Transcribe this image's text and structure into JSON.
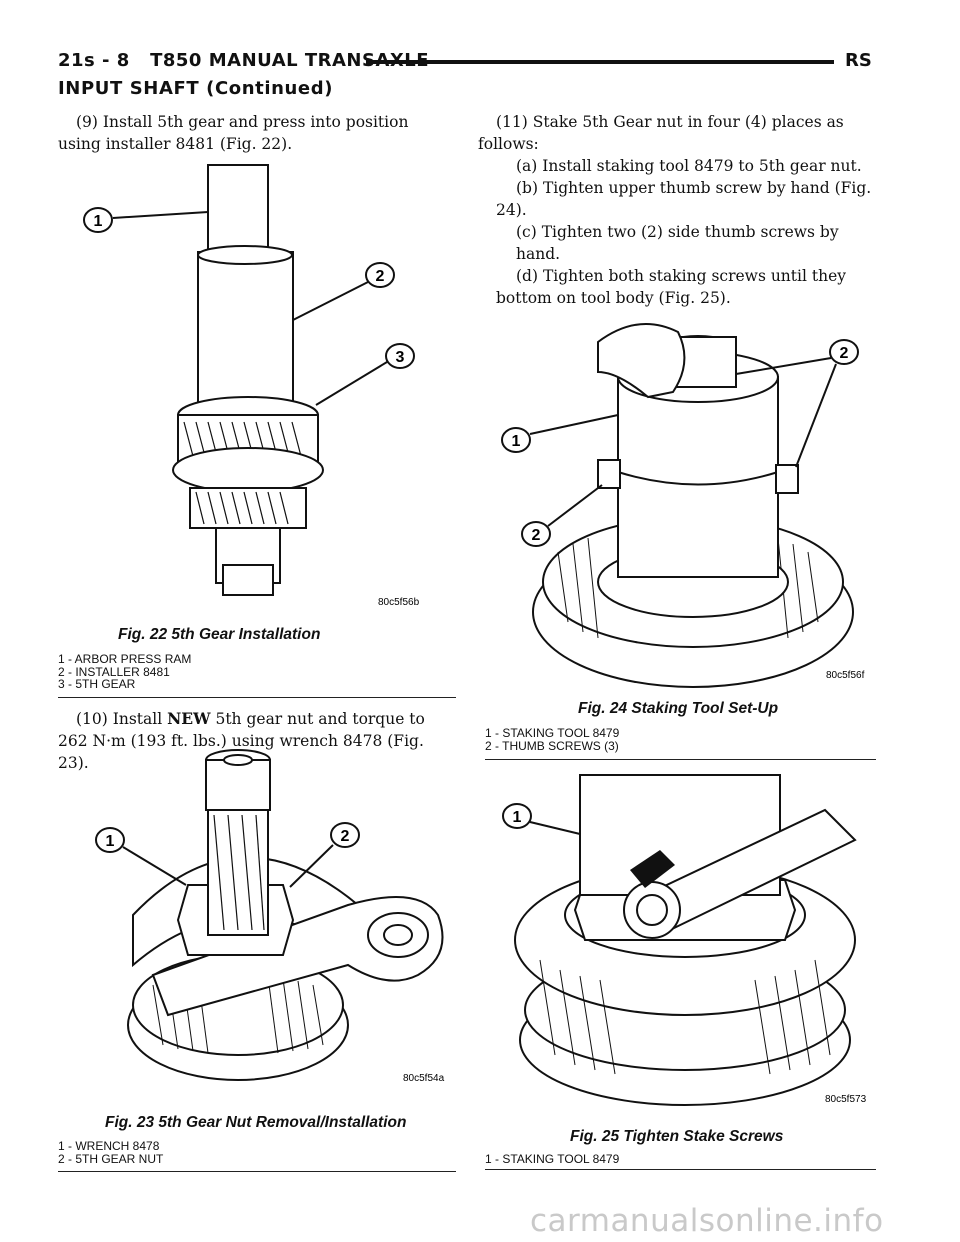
{
  "header": {
    "section_code": "21s - 8",
    "manual_title": "T850 MANUAL TRANSAXLE",
    "model": "RS"
  },
  "section_title": "INPUT SHAFT (Continued)",
  "steps": {
    "step9": "(9) Install 5th gear and press into position using installer 8481 (Fig. 22).",
    "step10_prefix": "(10) Install",
    "step10_bold": "NEW",
    "step10_suffix": "5th gear nut and torque to 262 N·m (193 ft. lbs.) using wrench 8478 (Fig. 23).",
    "step11": "(11) Stake 5th Gear nut in four (4) places as follows:",
    "step11a": "(a) Install staking tool 8479 to 5th gear nut.",
    "step11b": "(b) Tighten upper thumb screw by hand (Fig. 24).",
    "step11c": "(c) Tighten two (2) side thumb screws by hand.",
    "step11d": "(d) Tighten both staking screws until they bottom on tool body (Fig. 25)."
  },
  "figures": {
    "fig22": {
      "caption": "Fig. 22 5th Gear Installation",
      "code": "80c5f56b",
      "legend": [
        "1 - ARBOR PRESS RAM",
        "2 - INSTALLER 8481",
        "3 - 5TH GEAR"
      ],
      "callouts": [
        "1",
        "2",
        "3"
      ]
    },
    "fig23": {
      "caption": "Fig. 23 5th Gear Nut Removal/Installation",
      "code": "80c5f54a",
      "legend": [
        "1 - WRENCH 8478",
        "2 - 5TH GEAR NUT"
      ],
      "callouts": [
        "1",
        "2"
      ]
    },
    "fig24": {
      "caption": "Fig. 24 Staking Tool Set-Up",
      "code": "80c5f56f",
      "legend": [
        "1 - STAKING TOOL 8479",
        "2 - THUMB SCREWS (3)"
      ],
      "callouts": [
        "1",
        "2",
        "2"
      ]
    },
    "fig25": {
      "caption": "Fig. 25 Tighten Stake Screws",
      "code": "80c5f573",
      "legend": [
        "1 - STAKING TOOL 8479"
      ],
      "callouts": [
        "1"
      ]
    }
  },
  "watermark": "carmanualsonline.info"
}
